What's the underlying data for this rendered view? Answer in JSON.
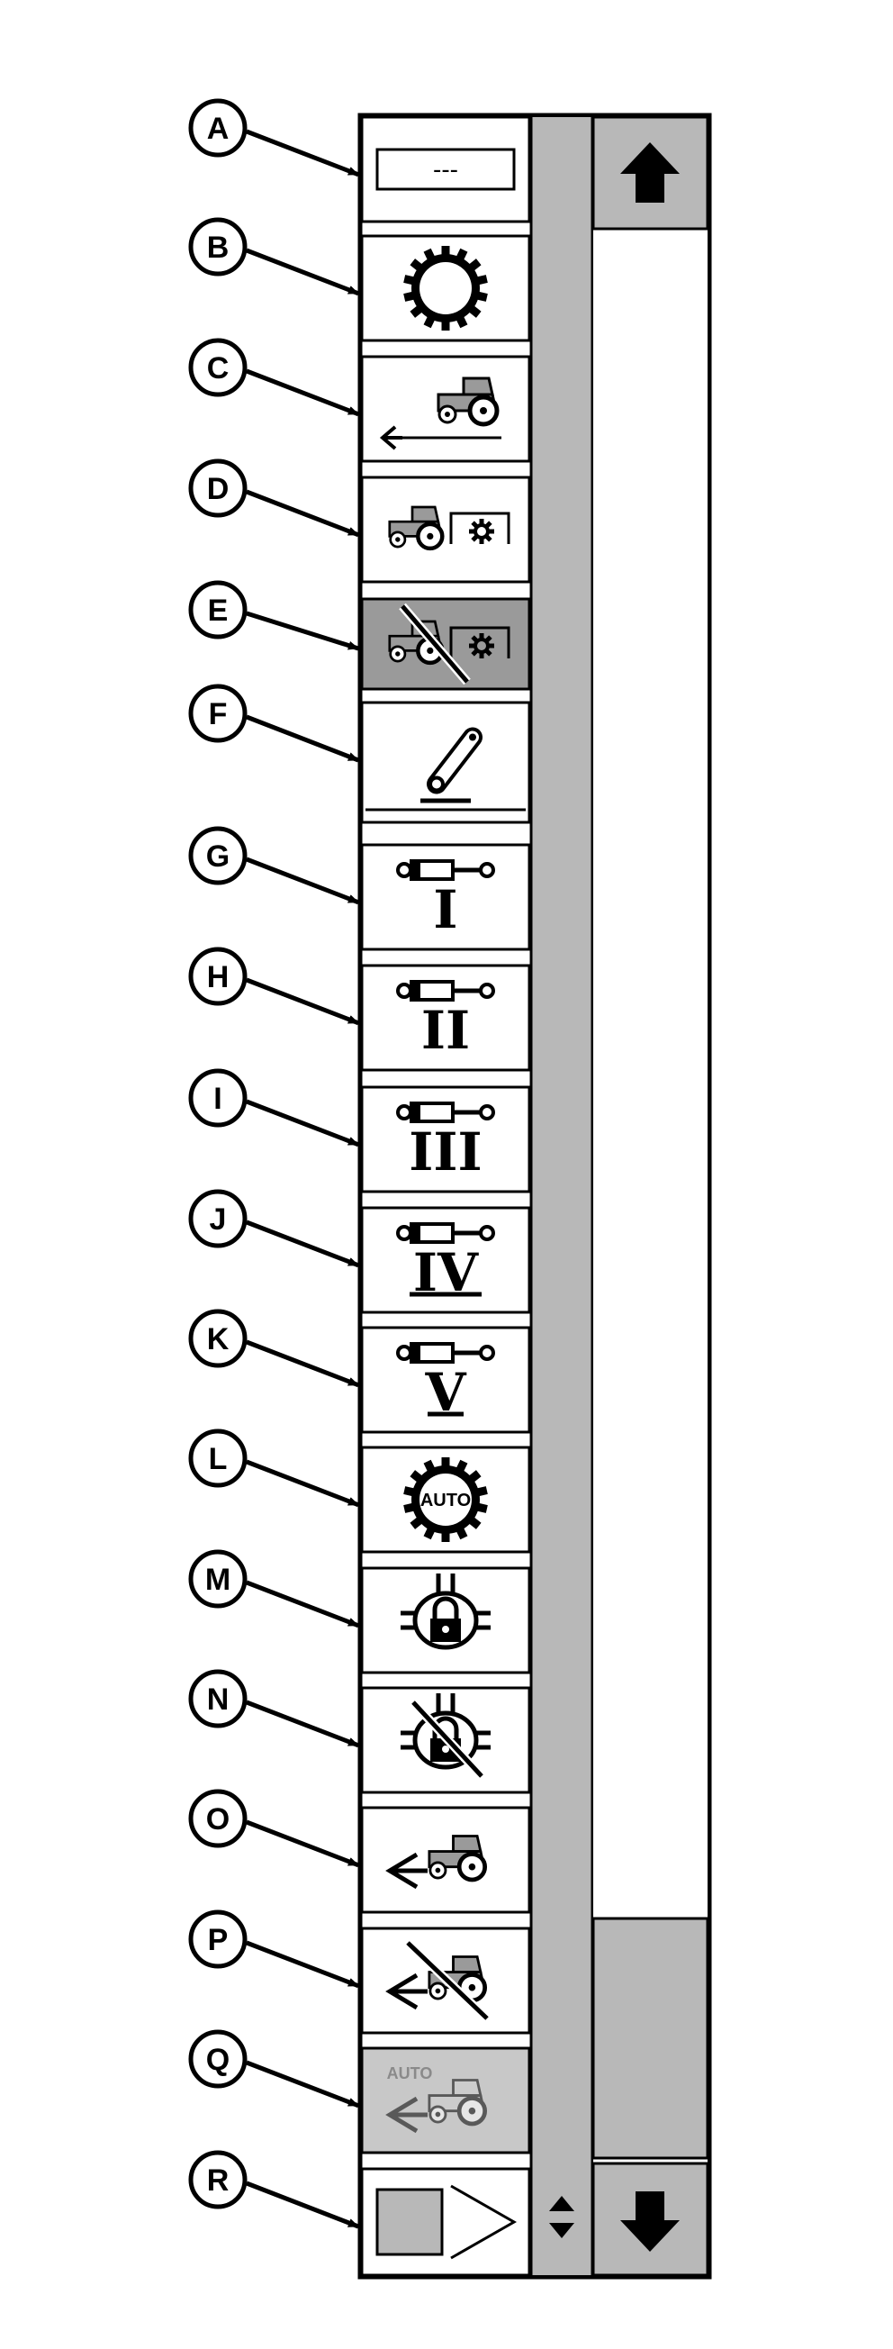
{
  "callouts": [
    "A",
    "B",
    "C",
    "D",
    "E",
    "F",
    "G",
    "H",
    "I",
    "J",
    "K",
    "L",
    "M",
    "N",
    "O",
    "P",
    "Q",
    "R"
  ],
  "buttons": [
    {
      "icon": "value-field-icon",
      "text": "---"
    },
    {
      "icon": "gear-icon"
    },
    {
      "icon": "tractor-reverse-icon"
    },
    {
      "icon": "tractor-pto-icon"
    },
    {
      "icon": "tractor-pto-off-icon",
      "state": "selected"
    },
    {
      "icon": "hitch-arm-icon"
    },
    {
      "icon": "hydraulic-cylinder-1-icon",
      "text": "I"
    },
    {
      "icon": "hydraulic-cylinder-2-icon",
      "text": "II"
    },
    {
      "icon": "hydraulic-cylinder-3-icon",
      "text": "III"
    },
    {
      "icon": "hydraulic-cylinder-4-icon",
      "text": "IV"
    },
    {
      "icon": "hydraulic-cylinder-5-icon",
      "text": "V"
    },
    {
      "icon": "gear-auto-icon",
      "text": "AUTO"
    },
    {
      "icon": "differential-lock-icon"
    },
    {
      "icon": "differential-lock-off-icon"
    },
    {
      "icon": "front-wheel-drive-icon"
    },
    {
      "icon": "front-wheel-drive-off-icon"
    },
    {
      "icon": "front-wheel-drive-auto-icon",
      "text": "AUTO",
      "state": "disabled"
    },
    {
      "icon": "next-page-icon"
    }
  ],
  "colors": {
    "panel": "#b8b8b8",
    "selected": "#9a9a9a",
    "disabled": "#c8c8c8",
    "ink": "#000000",
    "white": "#ffffff"
  }
}
